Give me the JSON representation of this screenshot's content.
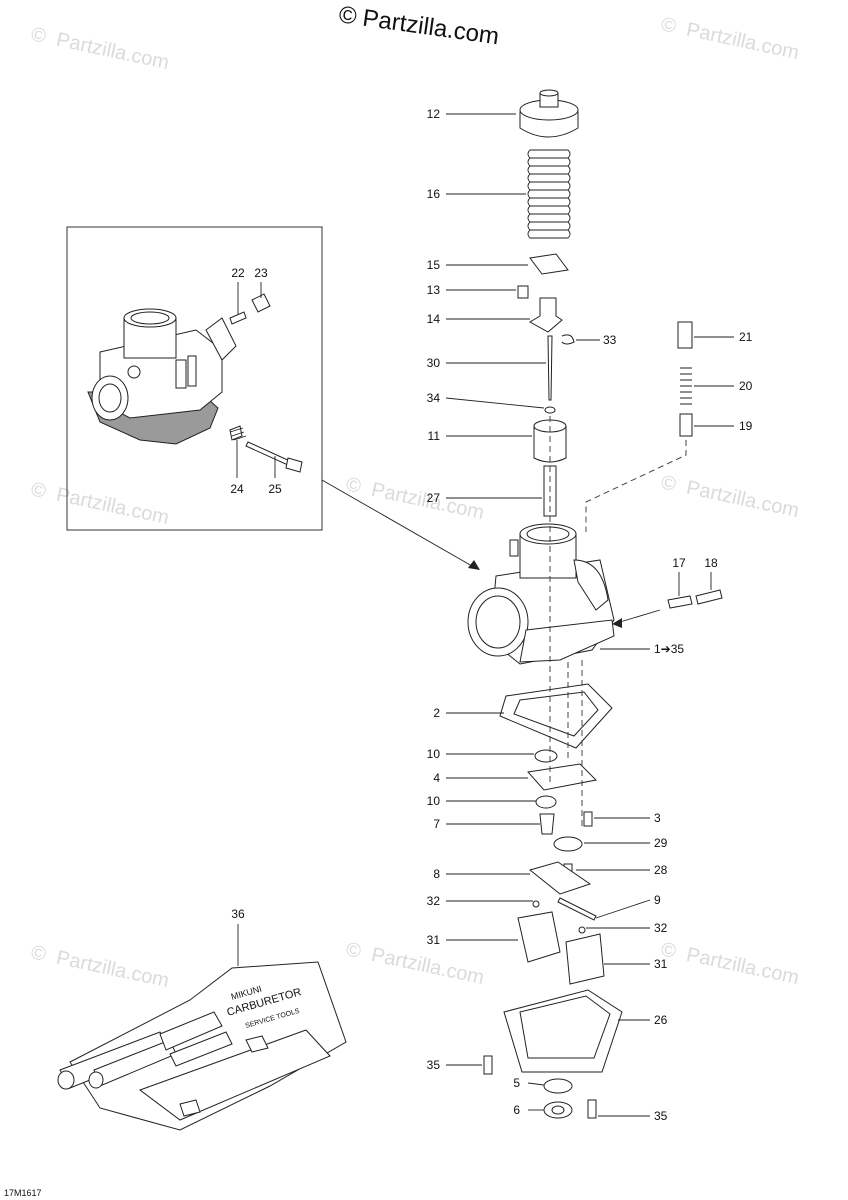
{
  "watermark": {
    "copyright_symbol": "©",
    "top_text": "Partzilla.com",
    "tile_text": "Partzilla.com"
  },
  "diagram_code": "17M1617",
  "callouts": {
    "c12": "12",
    "c16": "16",
    "c15": "15",
    "c13": "13",
    "c14": "14",
    "c30": "30",
    "c33": "33",
    "c34": "34",
    "c11": "11",
    "c27": "27",
    "c21": "21",
    "c20": "20",
    "c19": "19",
    "c17": "17",
    "c18": "18",
    "c1_35": "1➔35",
    "c2": "2",
    "c10a": "10",
    "c4": "4",
    "c10b": "10",
    "c3": "3",
    "c7": "7",
    "c29": "29",
    "c8": "8",
    "c28": "28",
    "c32a": "32",
    "c9": "9",
    "c32b": "32",
    "c31a": "31",
    "c31b": "31",
    "c26": "26",
    "c35a": "35",
    "c5": "5",
    "c6": "6",
    "c35b": "35",
    "c22": "22",
    "c23": "23",
    "c24": "24",
    "c25": "25",
    "c36": "36"
  },
  "tool_kit_text": {
    "line1": "MIKUNI",
    "line2": "CARBURETOR",
    "line3": "SERVICE TOOLS"
  }
}
